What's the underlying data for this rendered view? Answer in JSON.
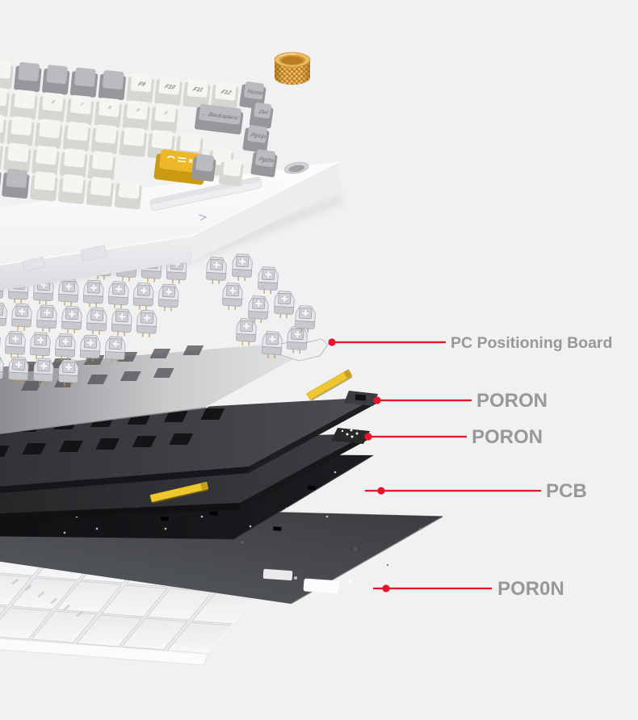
{
  "annotations": {
    "line_color": "#e8142a",
    "text_color": "#97989a",
    "items": [
      {
        "text": "PC Positioning Board"
      },
      {
        "text": "PORON"
      },
      {
        "text": "PORON"
      },
      {
        "text": "PCB"
      },
      {
        "text": "POR0N"
      }
    ]
  },
  "keycaps": {
    "f_row": [
      "F9",
      "F10",
      "F11",
      "F12"
    ],
    "num_row": [
      "6",
      "7",
      "8",
      "9",
      "0"
    ],
    "backspace": "← Backspace",
    "nav": [
      "Home",
      "Del",
      "PgUp",
      "PgDn"
    ]
  },
  "colors": {
    "background": "#f1f1f2",
    "leader_red": "#e8142a",
    "label_gray": "#97989a",
    "accent_yellow": "#ecc431",
    "knob_gold": "#d9993b",
    "case_white": "#ffffff",
    "foam_dark": "#36383b",
    "pcb_black": "#141518",
    "poron_bottom_gray": "#46484b",
    "board_silver": "#c7c9cb"
  }
}
